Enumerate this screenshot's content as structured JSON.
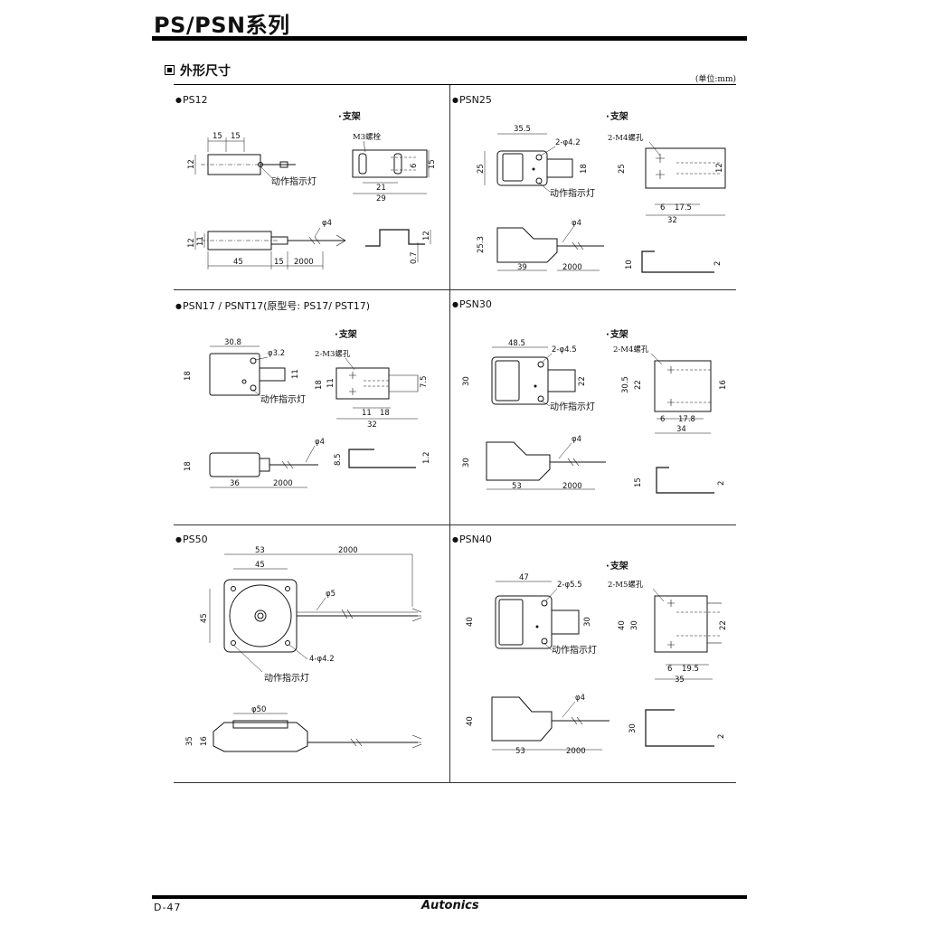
{
  "header": {
    "title": "PS/PSN系列"
  },
  "section": {
    "title": "外形尺寸",
    "unit": "(单位:mm)"
  },
  "bracket_label": "支架",
  "led_label": "动作指示灯",
  "models": {
    "ps12": {
      "label": "PS12",
      "bolt": "M3螺栓",
      "dims": [
        "15",
        "15",
        "12",
        "6",
        "21",
        "29",
        "15",
        "11",
        "12",
        "45",
        "15",
        "2000",
        "φ4",
        "12",
        "0.7"
      ]
    },
    "psn25": {
      "label": "PSN25",
      "hole": "2-M4螺孔",
      "dims": [
        "35.5",
        "2-φ4.2",
        "25",
        "18",
        "25",
        "12",
        "6",
        "17.5",
        "32",
        "25.3",
        "39",
        "2000",
        "φ4",
        "10",
        "2"
      ]
    },
    "psn17": {
      "label": "PSN17 / PSNT17(原型号: PS17/ PST17)",
      "hole": "2-M3螺孔",
      "dims": [
        "30.8",
        "φ3.2",
        "18",
        "11",
        "18",
        "11",
        "7.5",
        "11",
        "18",
        "32",
        "18",
        "36",
        "2000",
        "φ4",
        "8.5",
        "1.2"
      ]
    },
    "psn30": {
      "label": "PSN30",
      "hole": "2-M4螺孔",
      "dims": [
        "48.5",
        "2-φ4.5",
        "30",
        "22",
        "30.5",
        "22",
        "16",
        "6",
        "17.8",
        "34",
        "30",
        "53",
        "2000",
        "φ4",
        "15",
        "2"
      ]
    },
    "ps50": {
      "label": "PS50",
      "dims": [
        "53",
        "45",
        "2000",
        "45",
        "φ5",
        "4-φ4.2",
        "φ50",
        "35",
        "16"
      ]
    },
    "psn40": {
      "label": "PSN40",
      "hole": "2-M5螺孔",
      "dims": [
        "47",
        "2-φ5.5",
        "40",
        "30",
        "40",
        "30",
        "22",
        "6",
        "19.5",
        "35",
        "40",
        "53",
        "2000",
        "φ4",
        "30",
        "2"
      ]
    }
  },
  "footer": {
    "page": "D-47",
    "brand": "Autonics"
  }
}
